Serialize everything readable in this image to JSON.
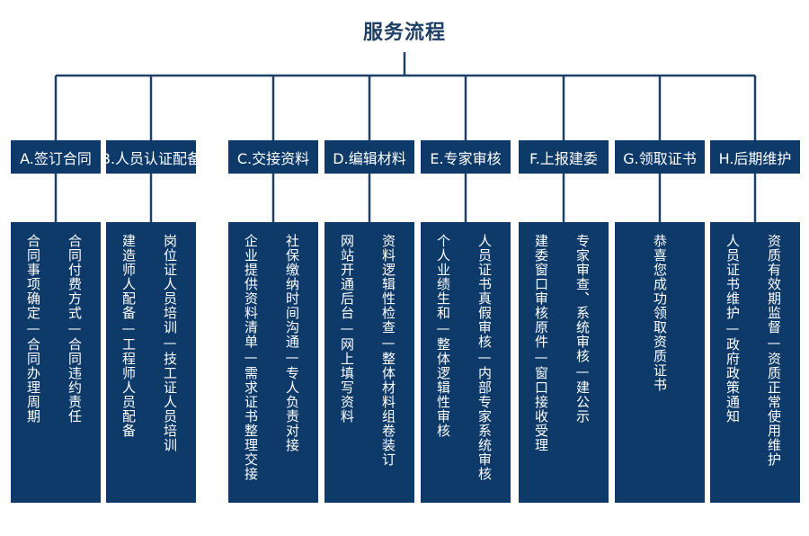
{
  "title": "服务流程",
  "colors": {
    "box_fill": "#0d3a69",
    "line": "#1e3f66",
    "text_on_box": "#ffffff"
  },
  "steps": [
    {
      "header": "A.签订合同",
      "columns": [
        "合同事项确定—合同办理周期",
        "合同付费方式—合同违约责任"
      ]
    },
    {
      "header": "B.人员认证配备",
      "columns": [
        "建造师人配备—工程师人员配备",
        "岗位证人员培训—技工证人员培训"
      ]
    },
    {
      "header": "C.交接资料",
      "columns": [
        "企业提供资料清单—需求证书整理交接",
        "社保缴纳时间沟通—专人负责对接"
      ]
    },
    {
      "header": "D.编辑材料",
      "columns": [
        "网站开通后台—网上填写资料",
        "资料逻辑性检查—整体材料组卷装订"
      ]
    },
    {
      "header": "E.专家审核",
      "columns": [
        "个人业绩生和—整体逻辑性审核",
        "人员证书真假审核—内部专家系统审核"
      ]
    },
    {
      "header": "F.上报建委",
      "columns": [
        "建委窗口审核原件—窗口接收受理",
        "专家审查、系统审核—建公示"
      ]
    },
    {
      "header": "G.领取证书",
      "columns": [
        "恭喜您成功领取资质证书"
      ]
    },
    {
      "header": "H.后期维护",
      "columns": [
        "人员证书维护—政府政策通知",
        "资质有效期监督—资质正常使用维护"
      ]
    }
  ]
}
